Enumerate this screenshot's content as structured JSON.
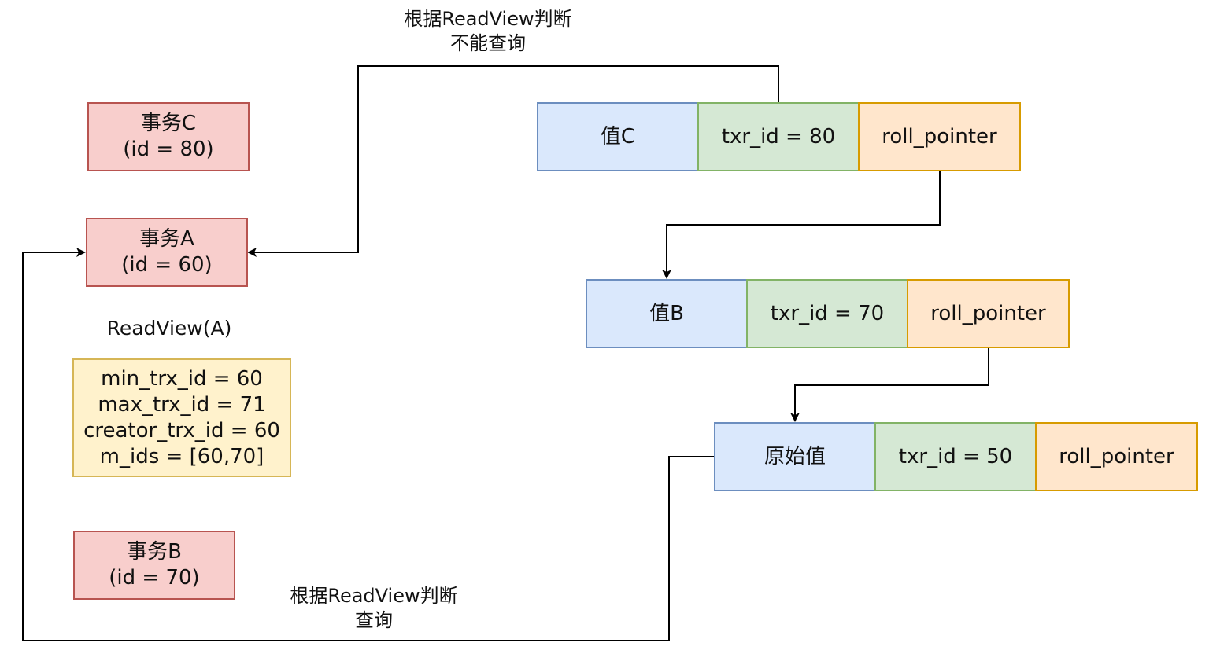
{
  "transactions": {
    "c": {
      "name": "事务C",
      "id": "(id = 80)"
    },
    "a": {
      "name": "事务A",
      "id": "(id = 60)"
    },
    "b": {
      "name": "事务B",
      "id": "(id = 70)"
    }
  },
  "readview": {
    "title": "ReadView(A)",
    "lines": [
      "min_trx_id = 60",
      "max_trx_id = 71",
      "creator_trx_id = 60",
      "m_ids = [60,70]"
    ]
  },
  "versions": [
    {
      "value": "值C",
      "trx": "txr_id = 80",
      "pointer": "roll_pointer"
    },
    {
      "value": "值B",
      "trx": "txr_id = 70",
      "pointer": "roll_pointer"
    },
    {
      "value": "原始值",
      "trx": "txr_id = 50",
      "pointer": "roll_pointer"
    }
  ],
  "edge_labels": {
    "top": [
      "根据ReadView判断",
      "不能查询"
    ],
    "bottom": [
      "根据ReadView判断",
      "查询"
    ]
  }
}
